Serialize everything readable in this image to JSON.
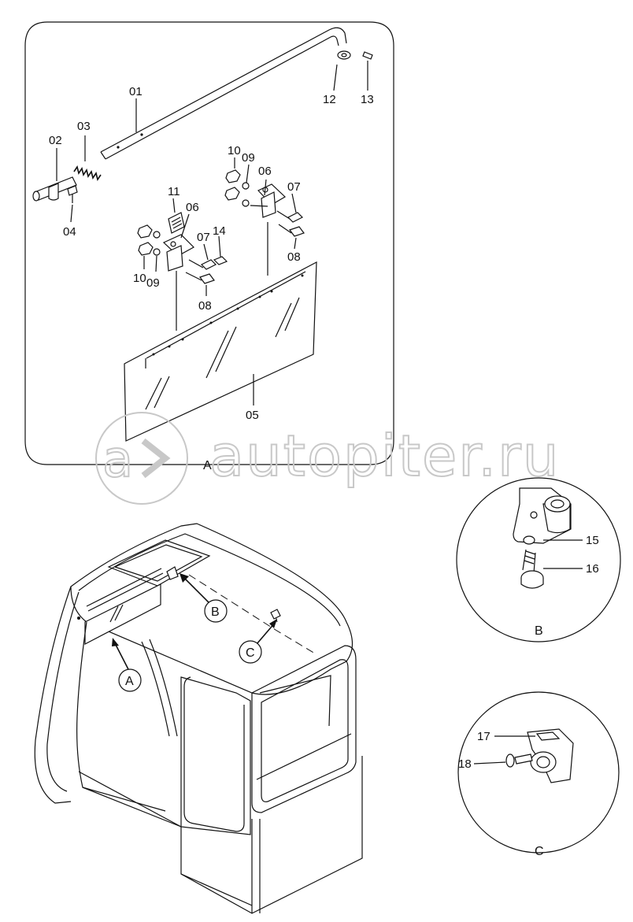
{
  "detail_a": {
    "view_label": "A",
    "parts": [
      "01",
      "02",
      "03",
      "04",
      "05",
      "06",
      "06",
      "07",
      "07",
      "08",
      "08",
      "09",
      "09",
      "10",
      "10",
      "11",
      "12",
      "13",
      "14"
    ]
  },
  "detail_b": {
    "view_label": "B",
    "parts": [
      "15",
      "16"
    ]
  },
  "detail_c": {
    "view_label": "C",
    "parts": [
      "17",
      "18"
    ]
  },
  "callouts": [
    "A",
    "B",
    "C"
  ],
  "watermark": "autopiter.ru",
  "colors": {
    "line": "#111111",
    "watermark": "#c8c8c8",
    "background": "#ffffff"
  }
}
